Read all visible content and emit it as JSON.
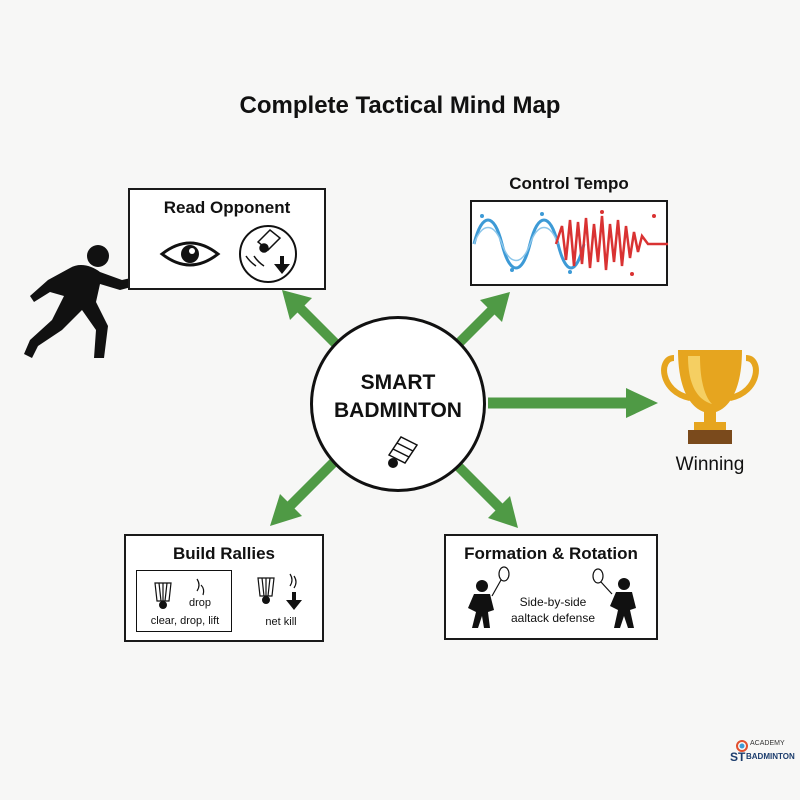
{
  "title": "Complete Tactical Mind Map",
  "center": {
    "line1": "SMART",
    "line2": "BADMINTON"
  },
  "read_opponent": {
    "title": "Read Opponent"
  },
  "control_tempo": {
    "title": "Control Tempo"
  },
  "build_rallies": {
    "title": "Build Rallies",
    "drop_label": "drop",
    "shots_label": "clear, drop, lift",
    "net_kill_label": "net kill"
  },
  "formation": {
    "title": "Formation & Rotation",
    "line1": "Side-by-side",
    "line2": "aaltack defense"
  },
  "outcome": {
    "label": "Winning"
  },
  "logo": {
    "line1": "ACADEMY",
    "line2": "ST",
    "line3": "BADMINTON"
  },
  "colors": {
    "arrow": "#4f9a45",
    "trophy": "#e6a51f",
    "trophy_base": "#7a4a1c",
    "wave_blue": "#3d9ad6",
    "wave_red": "#d93232"
  },
  "icons": [
    "eye-icon",
    "shuttlecock-icon",
    "down-arrow-icon",
    "player-silhouette-icon",
    "trophy-icon",
    "racket-icon"
  ]
}
